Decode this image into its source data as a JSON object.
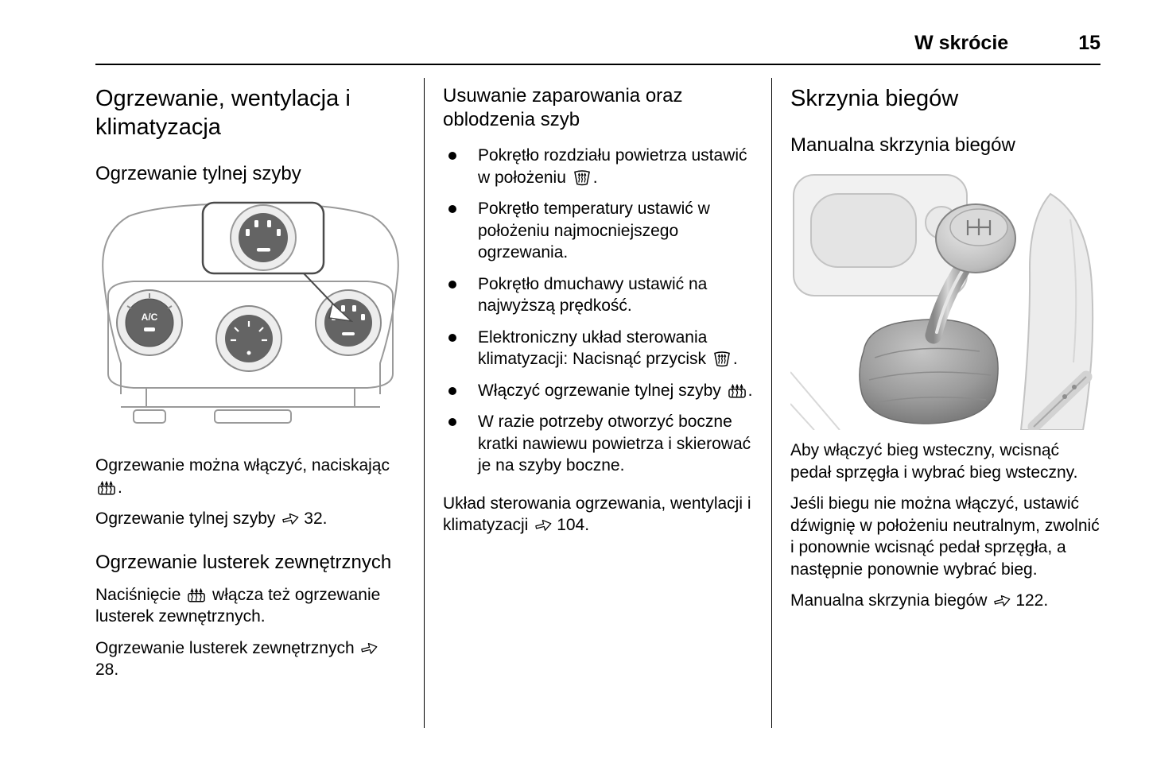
{
  "header": {
    "section_title": "W skrócie",
    "page_number": "15"
  },
  "left_column": {
    "heading": "Ogrzewanie, wentylacja i klimatyzacja",
    "subheading_rear_window": "Ogrzewanie tylnej szyby",
    "illustration": {
      "name": "climate-control-panel-with-callout",
      "ac_knob_label": "A/C"
    },
    "para1_pre": "Ogrzewanie można włączyć, naciskając ",
    "para1_post": ".",
    "para2_text": "Ogrzewanie tylnej szyby ",
    "para2_ref": "32.",
    "subheading_mirrors": "Ogrzewanie lusterek zewnętrznych",
    "para3_pre": "Naciśnięcie ",
    "para3_post": " włącza też ogrzewanie lusterek zewnętrznych.",
    "para4_text": "Ogrzewanie lusterek zewnętrznych ",
    "para4_ref": "28."
  },
  "middle_column": {
    "heading": "Usuwanie zaparowania oraz oblodzenia szyb",
    "bullets": [
      {
        "pre": "Pokrętło rozdziału powietrza ustawić w położeniu ",
        "icon": "windshield-defrost-icon",
        "post": "."
      },
      {
        "pre": "Pokrętło temperatury ustawić w położeniu najmocniejszego ogrzewania."
      },
      {
        "pre": "Pokrętło dmuchawy ustawić na najwyższą prędkość."
      },
      {
        "pre": "Elektroniczny układ sterowania klimatyzacji: Nacisnąć przycisk ",
        "icon": "windshield-defrost-icon",
        "post": "."
      },
      {
        "pre": "Włączyć ogrzewanie tylnej szyby ",
        "icon": "heated-rear-window-icon",
        "post": "."
      },
      {
        "pre": "W razie potrzeby otworzyć boczne kratki nawiewu powietrza i skierować je na szyby boczne."
      }
    ],
    "footer_text": "Układ sterowania ogrzewania, wentylacji i klimatyzacji ",
    "footer_ref": "104."
  },
  "right_column": {
    "heading": "Skrzynia biegów",
    "subheading_manual": "Manualna skrzynia biegów",
    "illustration": {
      "name": "manual-gear-lever"
    },
    "para1": "Aby włączyć bieg wsteczny, wcisnąć pedał sprzęgła i wybrać bieg wsteczny.",
    "para2": "Jeśli biegu nie można włączyć, ustawić dźwignię w położeniu neutralnym, zwolnić i ponownie wcisnąć pedał sprzęgła, a następnie ponownie wybrać bieg.",
    "para3_text": "Manualna skrzynia biegów ",
    "para3_ref": "122."
  },
  "icons": {
    "heated_rear_window": "heated-rear-window-icon",
    "windshield_defrost": "windshield-defrost-icon",
    "page_reference": "page-reference-arrow-icon",
    "bullet_marker": "bullet-dot"
  }
}
